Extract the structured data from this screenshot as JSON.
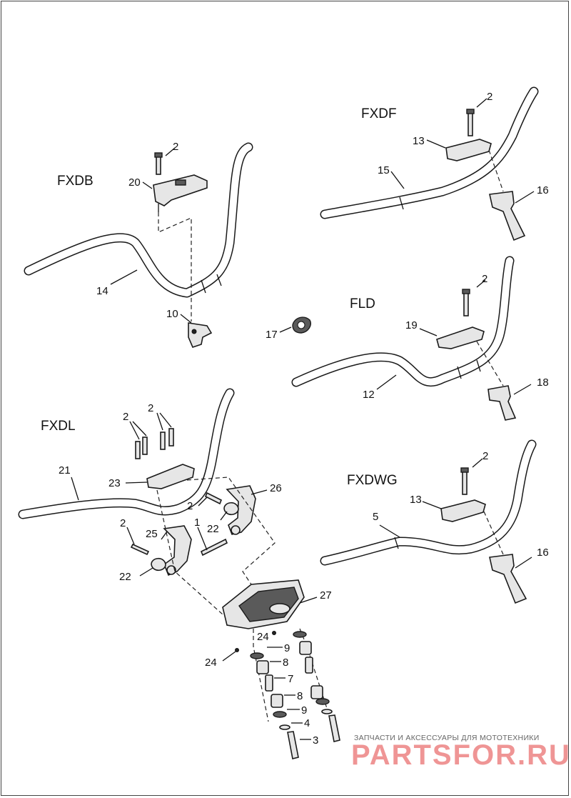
{
  "models": {
    "fxdb": "FXDB",
    "fxdf": "FXDF",
    "fld": "FLD",
    "fxdl": "FXDL",
    "fxdwg": "FXDWG"
  },
  "callouts": {
    "c1": "1",
    "c2a": "2",
    "c2b": "2",
    "c2c": "2",
    "c2d": "2",
    "c2e": "2",
    "c2f": "2",
    "c2g": "2",
    "c2h": "2",
    "c3": "3",
    "c4": "4",
    "c5": "5",
    "c7": "7",
    "c8a": "8",
    "c8b": "8",
    "c9a": "9",
    "c9b": "9",
    "c10": "10",
    "c12": "12",
    "c13a": "13",
    "c13b": "13",
    "c14": "14",
    "c15": "15",
    "c16a": "16",
    "c16b": "16",
    "c17": "17",
    "c18": "18",
    "c19": "19",
    "c20": "20",
    "c21": "21",
    "c22a": "22",
    "c22b": "22",
    "c23": "23",
    "c24a": "24",
    "c24b": "24",
    "c25": "25",
    "c26": "26",
    "c27": "27"
  },
  "watermark": {
    "tagline": "ЗАПЧАСТИ И АКСЕССУАРЫ ДЛЯ МОТОТЕХНИКИ",
    "logo": "PARTSFOR.RU"
  },
  "colors": {
    "line": "#1a1a1a",
    "part_fill": "#e6e6e6",
    "watermark_red": "#e23e3e"
  }
}
